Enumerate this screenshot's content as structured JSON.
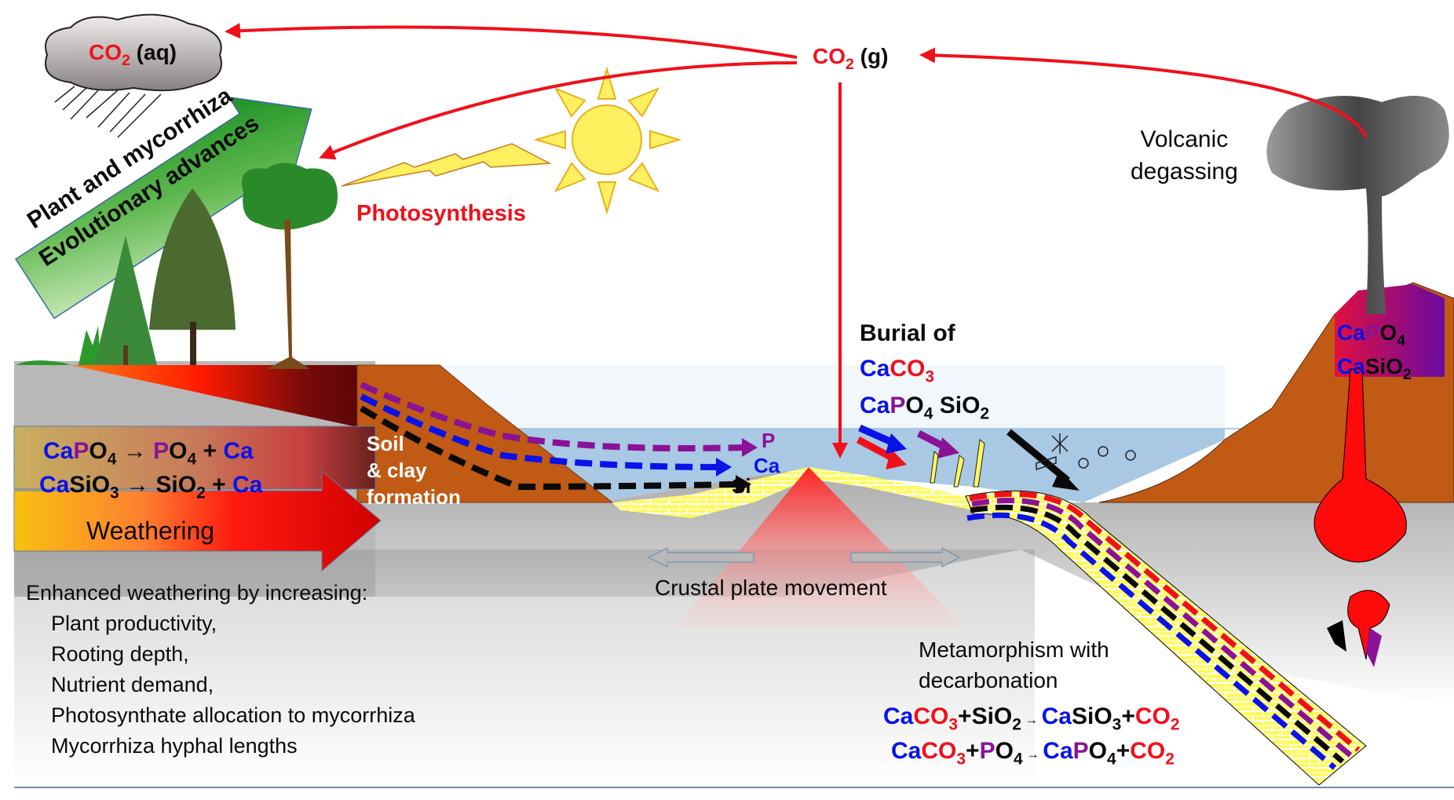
{
  "title": "Plant-driven weathering and the long-term carbon cycle",
  "labels": {
    "co2_aq": {
      "species": "CO",
      "sub": "2",
      "state": " (aq)"
    },
    "co2_g": {
      "species": "CO",
      "sub": "2",
      "state": " (g)"
    },
    "evolution_top": "Plant and mycorrhiza",
    "evolution_bottom": "Evolutionary advances",
    "photosynthesis": "Photosynthesis",
    "volcanic_line1": "Volcanic",
    "volcanic_line2": "degassing",
    "burial_title": "Burial of",
    "soil_line1": "Soil",
    "soil_line2": "& clay",
    "soil_line3": "formation",
    "weathering": "Weathering",
    "crustal": "Crustal plate movement",
    "metamorphism_line1": "Metamorphism with",
    "metamorphism_line2": "decarbonation",
    "flow_p": "P",
    "flow_ca": "Ca",
    "flow_si": "Si"
  },
  "weathering_reactions": [
    [
      {
        "t": "Ca",
        "c": "blue"
      },
      {
        "t": "P",
        "c": "purple"
      },
      {
        "t": "O",
        "c": "black"
      },
      {
        "t": "4",
        "c": "black",
        "sub": true
      },
      {
        "t": " → ",
        "c": "black"
      },
      {
        "t": "P",
        "c": "purple"
      },
      {
        "t": "O",
        "c": "black"
      },
      {
        "t": "4",
        "c": "black",
        "sub": true
      },
      {
        "t": " + ",
        "c": "black"
      },
      {
        "t": "Ca",
        "c": "blue"
      }
    ],
    [
      {
        "t": "Ca",
        "c": "blue"
      },
      {
        "t": "SiO",
        "c": "black"
      },
      {
        "t": "3",
        "c": "black",
        "sub": true
      },
      {
        "t": " → ",
        "c": "black"
      },
      {
        "t": "SiO",
        "c": "black"
      },
      {
        "t": "2",
        "c": "black",
        "sub": true
      },
      {
        "t": " + ",
        "c": "black"
      },
      {
        "t": "Ca",
        "c": "blue"
      }
    ]
  ],
  "burial_species": [
    [
      {
        "t": "Ca",
        "c": "blue"
      },
      {
        "t": "CO",
        "c": "red"
      },
      {
        "t": "3",
        "c": "red",
        "sub": true
      }
    ],
    [
      {
        "t": "Ca",
        "c": "blue"
      },
      {
        "t": "P",
        "c": "purple"
      },
      {
        "t": "O",
        "c": "black"
      },
      {
        "t": "4",
        "c": "black",
        "sub": true
      },
      {
        "t": " SiO",
        "c": "black"
      },
      {
        "t": "2",
        "c": "black",
        "sub": true
      }
    ]
  ],
  "volcano_species": [
    [
      {
        "t": "Ca",
        "c": "blue"
      },
      {
        "t": "P",
        "c": "purple"
      },
      {
        "t": "O",
        "c": "black"
      },
      {
        "t": "4",
        "c": "black",
        "sub": true
      }
    ],
    [
      {
        "t": "Ca",
        "c": "blue"
      },
      {
        "t": "SiO",
        "c": "black"
      },
      {
        "t": "2",
        "c": "black",
        "sub": true
      }
    ]
  ],
  "metamorphism_reactions": [
    [
      {
        "t": "Ca",
        "c": "blue"
      },
      {
        "t": "CO",
        "c": "red"
      },
      {
        "t": "3",
        "c": "red",
        "sub": true
      },
      {
        "t": "+SiO",
        "c": "black"
      },
      {
        "t": "2",
        "c": "black",
        "sub": true
      },
      {
        "t": " → ",
        "c": "black",
        "small": true
      },
      {
        "t": "Ca",
        "c": "blue"
      },
      {
        "t": "SiO",
        "c": "black"
      },
      {
        "t": "3",
        "c": "black",
        "sub": true
      },
      {
        "t": "+",
        "c": "black"
      },
      {
        "t": "CO",
        "c": "red"
      },
      {
        "t": "2",
        "c": "red",
        "sub": true
      }
    ],
    [
      {
        "t": "Ca",
        "c": "blue"
      },
      {
        "t": "CO",
        "c": "red"
      },
      {
        "t": "3",
        "c": "red",
        "sub": true
      },
      {
        "t": "+",
        "c": "black"
      },
      {
        "t": "P",
        "c": "purple"
      },
      {
        "t": "O",
        "c": "black"
      },
      {
        "t": "4",
        "c": "black",
        "sub": true
      },
      {
        "t": " → ",
        "c": "black",
        "small": true
      },
      {
        "t": "Ca",
        "c": "blue"
      },
      {
        "t": "P",
        "c": "purple"
      },
      {
        "t": "O",
        "c": "black"
      },
      {
        "t": "4",
        "c": "black",
        "sub": true
      },
      {
        "t": "+",
        "c": "black"
      },
      {
        "t": "CO",
        "c": "red"
      },
      {
        "t": "2",
        "c": "red",
        "sub": true
      }
    ]
  ],
  "enhanced_weathering": {
    "heading": "Enhanced weathering by increasing:",
    "items": [
      "Plant productivity,",
      "Rooting depth,",
      "Nutrient demand,",
      "Photosynthate allocation to mycorrhiza",
      "Mycorrhiza hyphal lengths"
    ]
  },
  "colors": {
    "blue": "#0a12e8",
    "red": "#f0101a",
    "purple": "#8a1296",
    "black": "#0a0a0a",
    "water": "#a8c8e4",
    "soil": "#c05a14",
    "bedrock": "#8c8c8c",
    "evolution_green": "#108a1c",
    "sun": "#fff060"
  }
}
